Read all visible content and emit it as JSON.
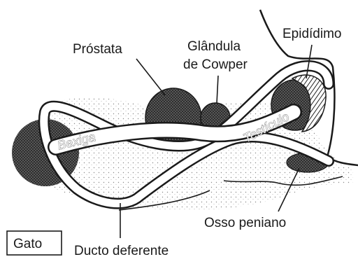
{
  "labels": {
    "prostate": "Próstata",
    "cowper_line1": "Glândula",
    "cowper_line2": "de Cowper",
    "epididymis": "Epidídimo",
    "bladder": "Bexiga",
    "testis": "Testículo",
    "penile_bone": "Osso peniano",
    "vas_deferens": "Ducto deferente",
    "species_tag": "Gato"
  },
  "colors": {
    "ink": "#1a1a1a",
    "stipple": "#6b6b6b",
    "organ_fill": "#3a3a3a",
    "background": "#ffffff"
  }
}
